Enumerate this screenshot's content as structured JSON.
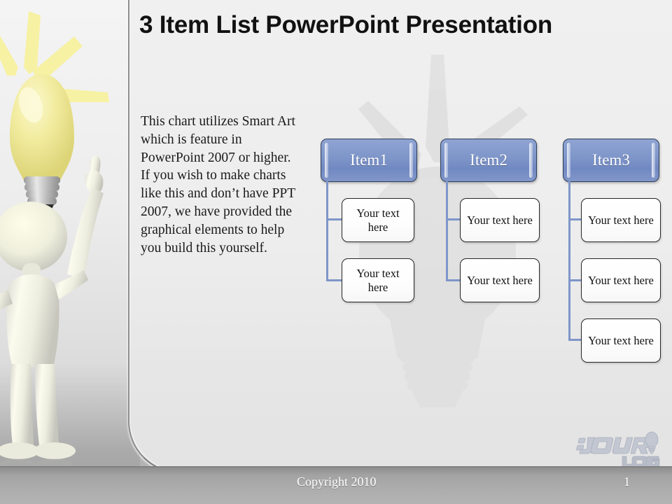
{
  "slide": {
    "title": "3 Item List PowerPoint Presentation",
    "body_text": "This chart utilizes Smart Art which is feature in PowerPoint 2007 or higher. If you wish to make charts like this and don’t have PPT 2007, we have provided the graphical elements to help you build this yourself."
  },
  "colors": {
    "header_box_blue": "#7e95c9",
    "header_box_border": "#2e3d57",
    "connector_blue": "#7e96c9",
    "leaf_box_fill": "#ffffff",
    "leaf_box_border": "#262626",
    "title_text": "#111111",
    "footer_text": "#ffffff",
    "bulb_yellow": "#f5f0a8",
    "panel_fill": "#ededed"
  },
  "chart_data": {
    "type": "table",
    "title": "3 Item List",
    "columns": [
      {
        "header": "Item1",
        "items": [
          "Your text here",
          "Your text here"
        ]
      },
      {
        "header": "Item2",
        "items": [
          "Your text here",
          "Your text here"
        ]
      },
      {
        "header": "Item3",
        "items": [
          "Your text here",
          "Your text here",
          "Your text here"
        ]
      }
    ]
  },
  "footer": {
    "copyright": "Copyright 2010",
    "page_number": "1"
  },
  "logo": {
    "word_top": "Your",
    "word_bottom": "LOGO",
    "icon": "lightbulb-icon"
  },
  "decor": {
    "bulb_icon": "lightbulb-icon",
    "figure_icon": "3d-person-pointing-icon",
    "watermark_icon": "lightbulb-watermark-icon"
  }
}
